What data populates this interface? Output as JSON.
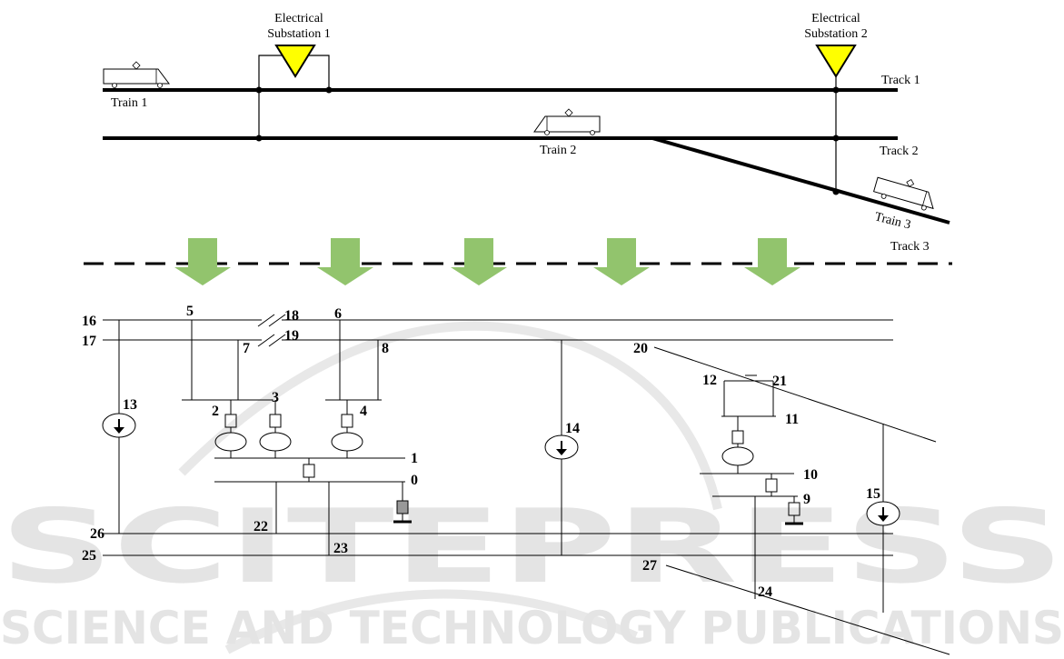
{
  "substations": [
    {
      "line1": "Electrical",
      "line2": "Substation 1"
    },
    {
      "line1": "Electrical",
      "line2": "Substation 2"
    }
  ],
  "tracks": [
    "Track 1",
    "Track 2",
    "Track 3"
  ],
  "trains": [
    "Train 1",
    "Train 2",
    "Train 3"
  ],
  "nodes": [
    "0",
    "1",
    "2",
    "3",
    "4",
    "5",
    "6",
    "7",
    "8",
    "9",
    "10",
    "11",
    "12",
    "13",
    "14",
    "15",
    "16",
    "17",
    "18",
    "19",
    "20",
    "21",
    "22",
    "23",
    "24",
    "25",
    "26",
    "27"
  ],
  "watermark": {
    "line1": "SCITEPRESS",
    "line2": "SCIENCE AND TECHNOLOGY PUBLICATIONS"
  },
  "colors": {
    "substation_fill": "#ffff00",
    "arrow_fill": "#92c46d",
    "line": "#000000",
    "watermark": "#e4e4e4"
  }
}
